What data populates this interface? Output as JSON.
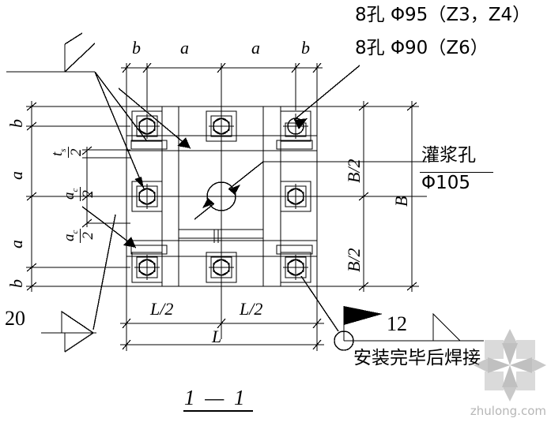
{
  "drawing": {
    "title": "1 — 1",
    "section_title": "1－1",
    "notes": {
      "holes_line1": "8孔 Φ95（Z3，Z4）",
      "holes_line2": "8孔 Φ90（Z6）",
      "grout_label": "灌浆孔",
      "grout_dia": "Φ105",
      "weld_note": "安装完毕后焊接",
      "weld_size_left": "20",
      "weld_size_right": "12"
    },
    "dimensions": {
      "top": [
        "b",
        "a",
        "a",
        "b"
      ],
      "bottom_half": [
        "L/2",
        "L/2"
      ],
      "bottom_total": "L",
      "left": [
        "b",
        "a",
        "a",
        "b"
      ],
      "left_fractions": [
        {
          "num": "t",
          "sub": "s",
          "den": "2"
        },
        {
          "num": "a",
          "sub": "c",
          "den": "2"
        },
        {
          "num": "a",
          "sub": "c",
          "den": "2"
        }
      ],
      "right_half": [
        "B/2",
        "B/2"
      ],
      "right_total": "B"
    },
    "watermark": "zhulong.com"
  }
}
